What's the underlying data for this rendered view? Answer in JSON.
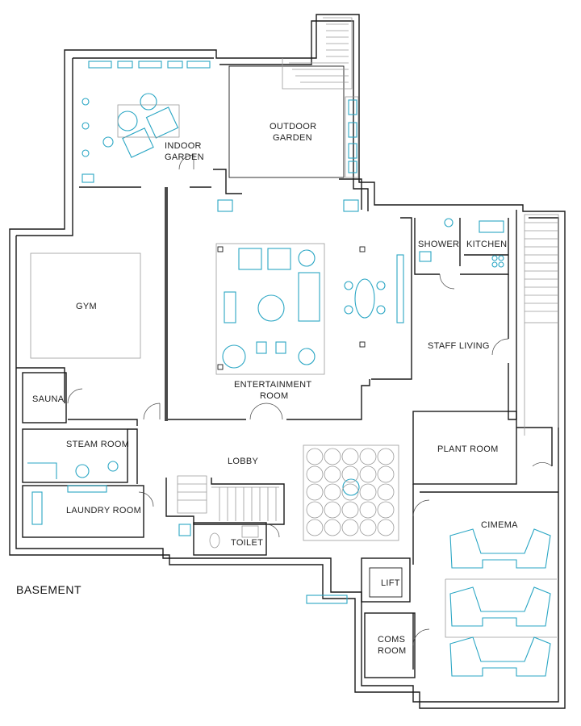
{
  "plan_title": "BASEMENT",
  "rooms": {
    "indoor_garden": [
      "INDOOR",
      "GARDEN"
    ],
    "outdoor_garden": [
      "OUTDOOR",
      "GARDEN"
    ],
    "gym": "GYM",
    "sauna": "SAUNA",
    "steam_room": "STEAM ROOM",
    "laundry_room": "LAUNDRY ROOM",
    "entertainment_room": [
      "ENTERTAINMENT",
      "ROOM"
    ],
    "shower": "SHOWER",
    "kitchen": "KITCHEN",
    "staff_living": "STAFF LIVING",
    "plant_room": "PLANT ROOM",
    "lobby": "LOBBY",
    "toilet": "TOILET",
    "lift": "LIFT",
    "cinema": "CIMEMA",
    "coms_room": [
      "COMS",
      "ROOM"
    ]
  },
  "colors": {
    "wall": "#1a1a1a",
    "furniture": "#2aa6c4",
    "fixture": "#9a9a9a"
  }
}
